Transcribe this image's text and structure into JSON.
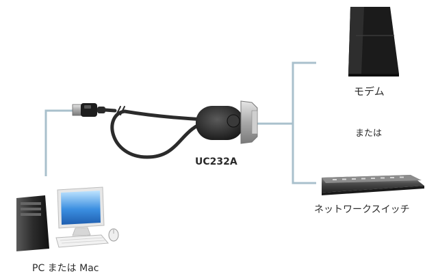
{
  "nodes": {
    "modem": {
      "label": "モデム"
    },
    "or": {
      "label": "または"
    },
    "adapter": {
      "label": "UC232A"
    },
    "switch": {
      "label": "ネットワークスイッチ"
    },
    "computer": {
      "label": "PC または Mac"
    }
  },
  "colors": {
    "connector_line": "#a9c0cc",
    "cable": "#2b2b2b",
    "device_dark": "#1b1b1b",
    "metal": "#b8b8b8",
    "screen_blue": "#3b8ee0"
  }
}
